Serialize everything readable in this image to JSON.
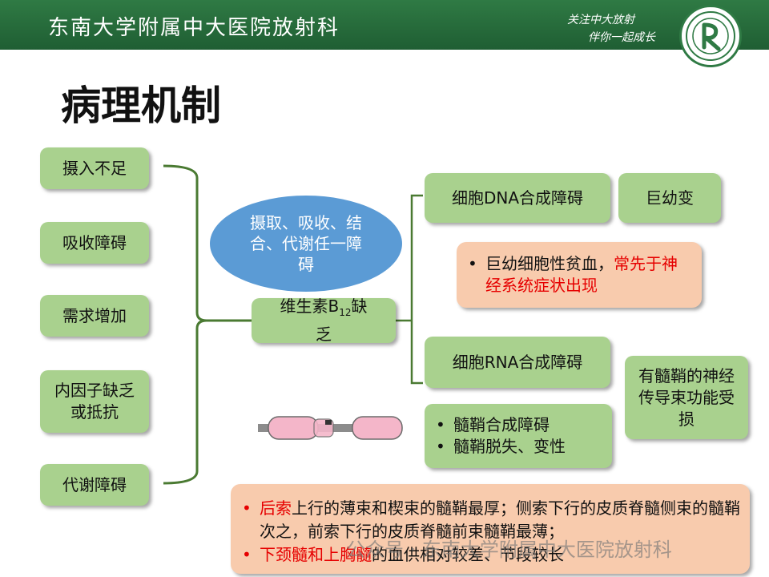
{
  "header": {
    "org_name": "东南大学附属中大医院放射科",
    "slogan_line1": "关注中大放射",
    "slogan_line2": "伴你一起成长"
  },
  "title": "病理机制",
  "causes": [
    "摄入不足",
    "吸收障碍",
    "需求增加",
    "内因子缺乏或抵抗",
    "代谢障碍"
  ],
  "ellipse_text": "摄取、吸收、结合、代谢任一障碍",
  "vitamin": {
    "prefix": "维生素B",
    "subscript": "12",
    "suffix": "缺乏"
  },
  "dna_box": "细胞DNA合成障碍",
  "megaloblastic": "巨幼变",
  "anemia_note": {
    "black": "巨幼细胞性贫血，",
    "red": "常先于神经系统症状出现"
  },
  "rna_box": "细胞RNA合成障碍",
  "myelin_items": [
    "髓鞘合成障碍",
    "髓鞘脱失、变性"
  ],
  "nerve_box": "有髓鞘的神经传导束功能受损",
  "bottom_note": {
    "item1_red": "后索",
    "item1_black": "上行的薄束和楔束的髓鞘最厚；侧索下行的皮质脊髓侧束的髓鞘次之，前索下行的皮质脊髓前束髓鞘最薄；",
    "item2_red": "下颈髓和上胸髓",
    "item2_black": "的血供相对较差、节段较长"
  },
  "watermark": "公众号 · 东南大学附属中大医院放射科",
  "colors": {
    "header_green": "#2f7a44",
    "box_green": "#a9d18e",
    "ellipse_blue": "#5b9bd5",
    "note_pink": "#f8cbad",
    "emphasis_red": "#e60000",
    "bracket_green": "#4a7a32"
  }
}
